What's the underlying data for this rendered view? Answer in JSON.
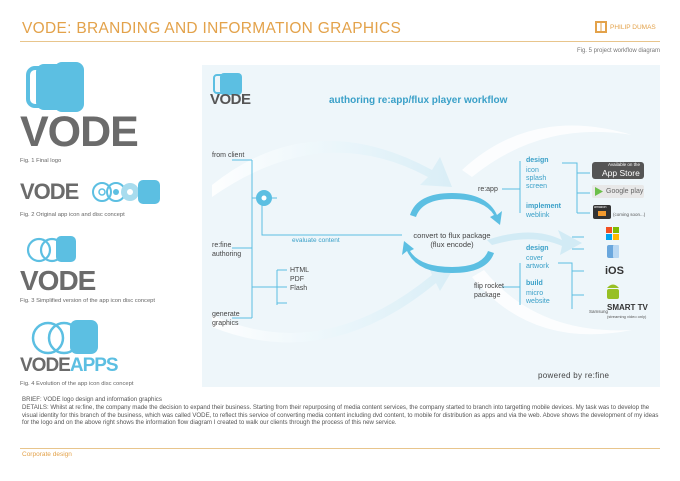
{
  "header": {
    "title": "VODE: BRANDING AND INFORMATION GRAPHICS",
    "brand_name": "PHILIP DUMAS",
    "fig5_caption": "Fig. 5 project workflow diagram"
  },
  "colors": {
    "accent": "#e3a24a",
    "blue": "#5cbfe2",
    "logo_gray": "#6b6b6b",
    "label_blue": "#3aa0c8"
  },
  "logos": {
    "fig1": {
      "word": "VODE",
      "caption": "Fig. 1 Final logo"
    },
    "fig2": {
      "word": "VODE",
      "caption": "Fig. 2 Original app icon and disc concept"
    },
    "fig3": {
      "word": "VODE",
      "caption": "Fig. 3 Simplified version of the app icon disc concept"
    },
    "fig4": {
      "word": "VODE",
      "word_accent": "APPS",
      "caption": "Fig. 4 Evolution of the app icon disc concept"
    }
  },
  "diagram": {
    "logo_word": "VODE",
    "title": "authoring re:app/flux player workflow",
    "from_client": "from client",
    "refine_authoring": "re:fine\nauthoring",
    "generate_graphics": "generate\ngraphics",
    "formats": "HTML\nPDF\nFlash",
    "evaluate_content": "evaluate content",
    "convert": "convert to flux package\n(flux encode)",
    "reapp": "re:app",
    "flip_rocket": "flip rocket\npackage",
    "reapp_design_head": "design",
    "reapp_design_items": "icon\nsplash\nscreen",
    "reapp_implement_head": "implement",
    "reapp_implement_items": "weblink",
    "flip_design_head": "design",
    "flip_design_items": "cover\nartwork",
    "flip_build_head": "build",
    "flip_build_items": "micro\nwebsite",
    "appstore_small": "Available on the",
    "appstore_big": "App Store",
    "google_play": "Google play",
    "amazon": "amazon",
    "coming_soon": "(coming soon...)",
    "ios": "iOS",
    "samsung": "Samsung",
    "smart_tv": "SMART TV",
    "streaming": "(streaming video only)",
    "powered_by": "powered by re:fine"
  },
  "brief": {
    "line1": "BRIEF: VODE logo design and information graphics",
    "details": "DETAILS: Whilst at re:fine, the company made the decision to expand their business. Starting from their repurposing of media content services, the company started to branch into targetting mobile devices. My task was to develop the visual identity for this branch of the business, which was called VODE, to reflect this service of converting media content including dvd content, to mobile for distribution as apps and via the web. Above shows the development of my ideas for the logo and on the above right shows the information flow diagram I created to walk our clients through the process of this new service."
  },
  "footer": {
    "label": "Corporate design"
  }
}
